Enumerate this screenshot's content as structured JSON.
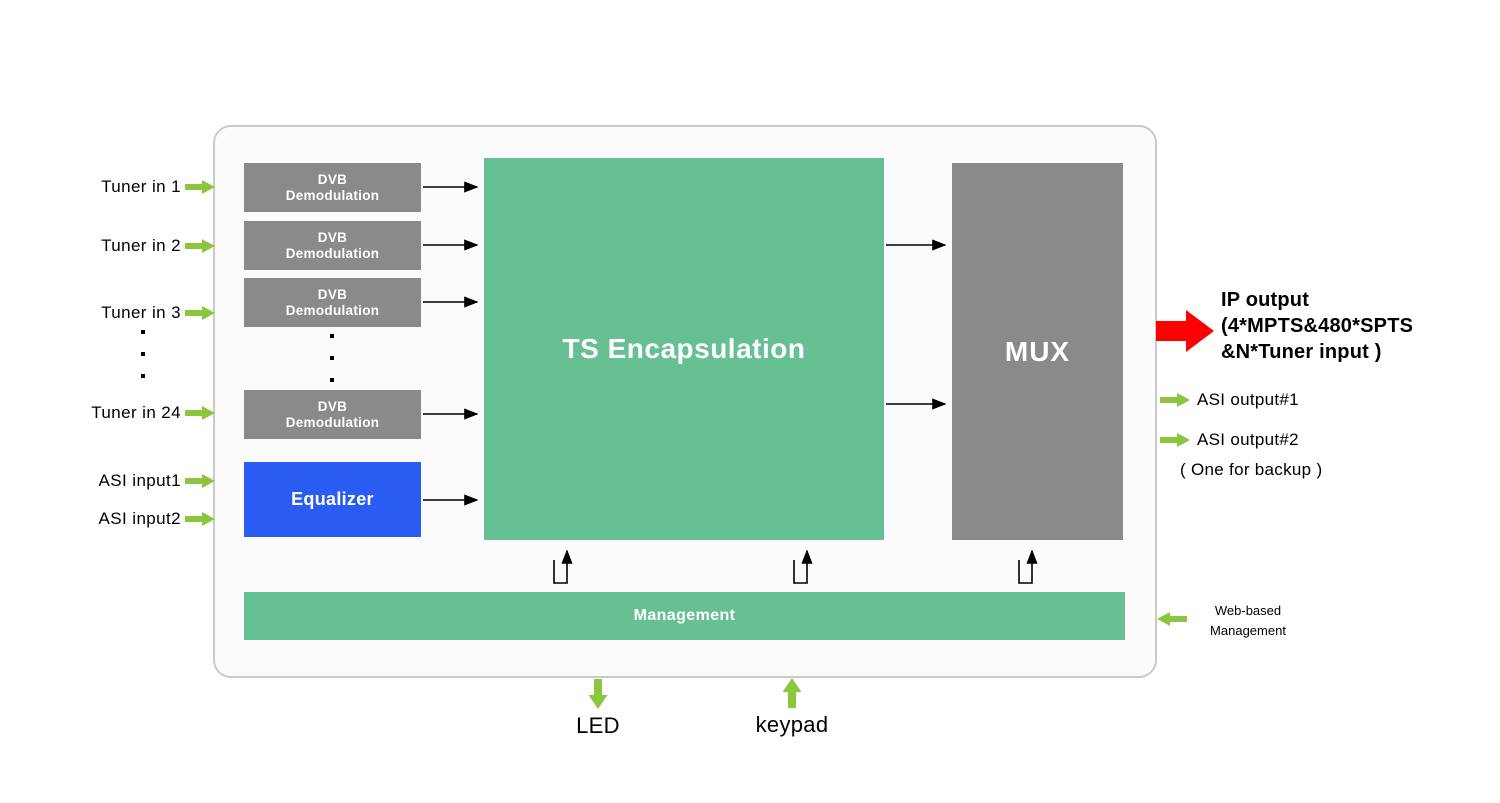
{
  "diagram": {
    "inputs": {
      "tuner1": "Tuner in 1",
      "tuner2": "Tuner in 2",
      "tuner3": "Tuner in 3",
      "tuner24": "Tuner in 24",
      "asi1": "ASI input1",
      "asi2": "ASI input2"
    },
    "blocks": {
      "dvb_line1": "DVB",
      "dvb_line2": "Demodulation",
      "equalizer": "Equalizer",
      "ts_encapsulation": "TS Encapsulation",
      "mux": "MUX",
      "management": "Management"
    },
    "outputs": {
      "ip_line1": "IP output",
      "ip_line2": "(4*MPTS&480*SPTS",
      "ip_line3": "&N*Tuner input )",
      "asi_out1": "ASI output#1",
      "asi_out2": "ASI output#2",
      "backup_note": "( One for backup )",
      "web_line1": "Web-based",
      "web_line2": "Management"
    },
    "bottom": {
      "led": "LED",
      "keypad": "keypad"
    },
    "colors": {
      "green_arrow": "#8cc63f",
      "block_green": "#67bf94",
      "block_gray": "#8a8a8a",
      "block_blue": "#2a5cf4",
      "ip_arrow_red": "#ff0000"
    }
  }
}
